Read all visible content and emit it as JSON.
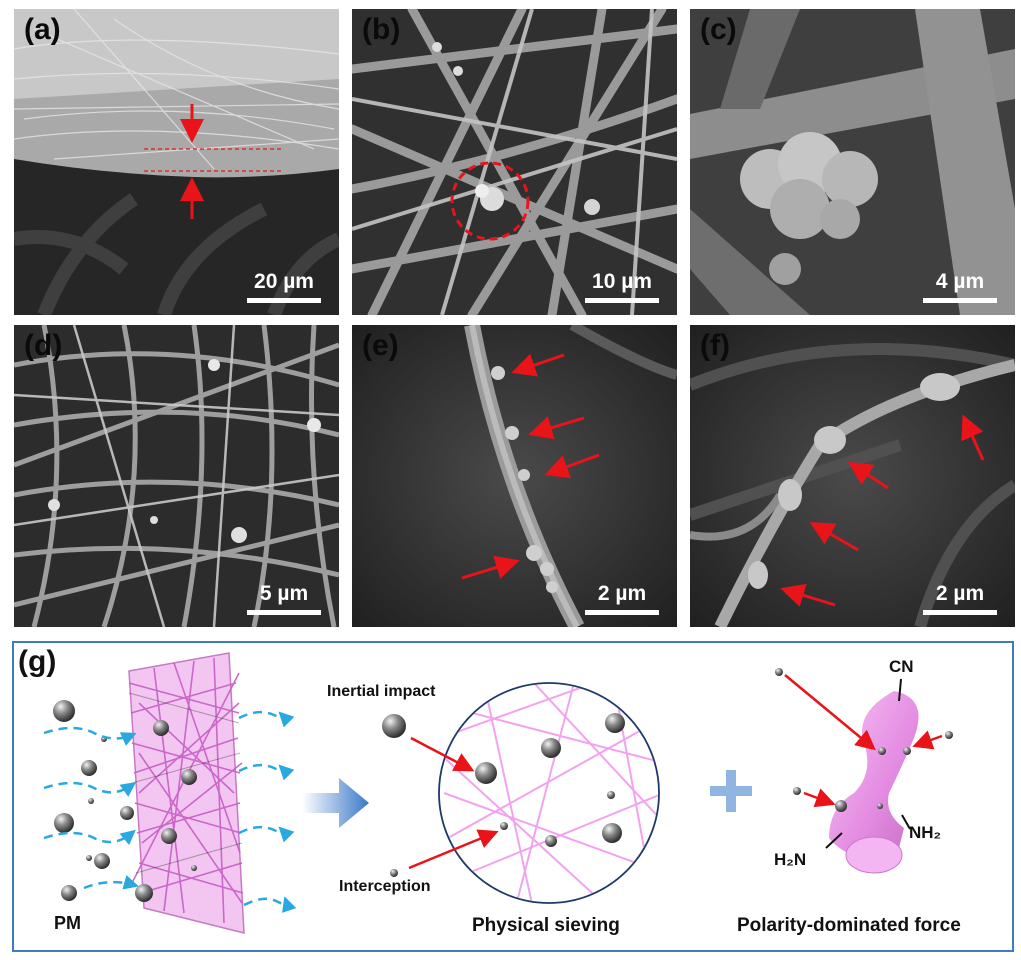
{
  "panels": [
    {
      "id": "a",
      "label": "(a)",
      "scale": "20 µm"
    },
    {
      "id": "b",
      "label": "(b)",
      "scale": "10 µm"
    },
    {
      "id": "c",
      "label": "(c)",
      "scale": "4 µm"
    },
    {
      "id": "d",
      "label": "(d)",
      "scale": "5 µm"
    },
    {
      "id": "e",
      "label": "(e)",
      "scale": "2 µm"
    },
    {
      "id": "f",
      "label": "(f)",
      "scale": "2 µm"
    }
  ],
  "schematic": {
    "label": "(g)",
    "pm": "PM",
    "inertial_impact": "Inertial impact",
    "interception": "Interception",
    "physical_sieving": "Physical sieving",
    "polarity_force": "Polarity-dominated force",
    "cn": "CN",
    "nh2_left": "H₂N",
    "nh2_right": "NH₂",
    "plus": "+"
  },
  "colors": {
    "arrow": "#e8141a",
    "frame": "#3b7cc4",
    "fiber": "#e58ee3",
    "plus": "#8fb5e0",
    "flow": "#29a9e0"
  }
}
